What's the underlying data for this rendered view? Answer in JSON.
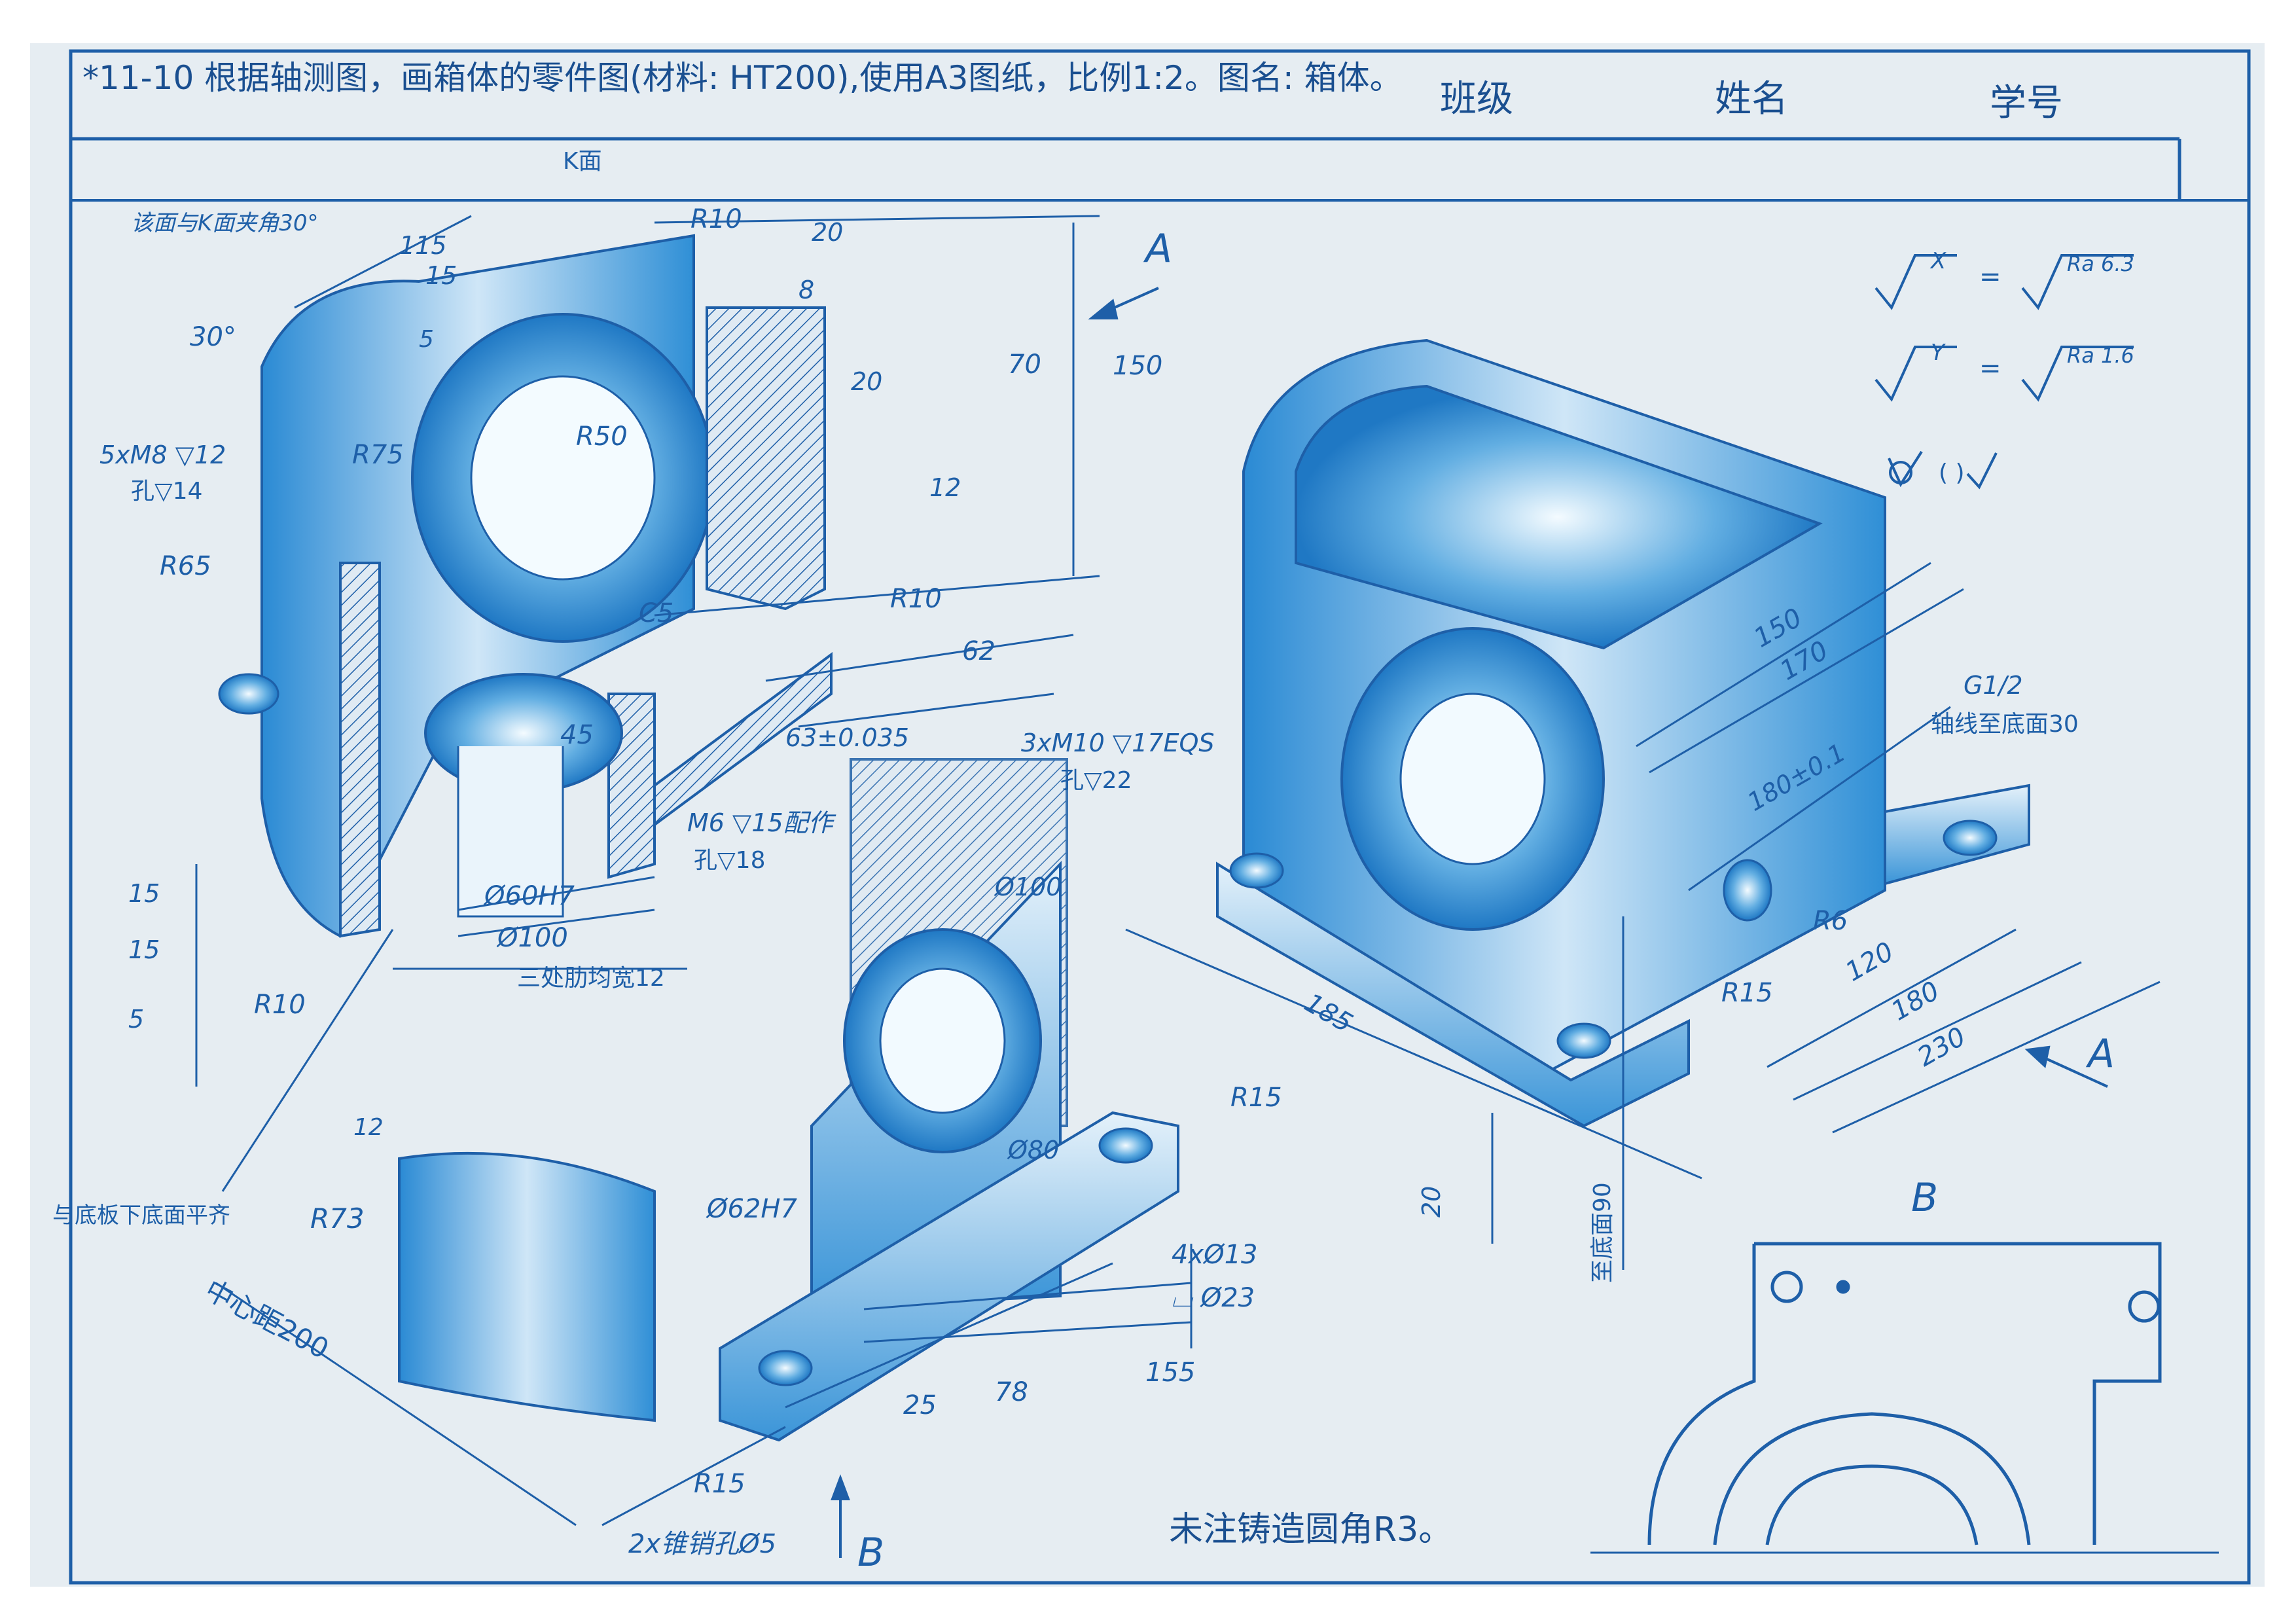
{
  "header": {
    "title": "*11-10 根据轴测图，画箱体的零件图(材料: HT200),使用A3图纸，比例1:2。图名: 箱体。",
    "class_label": "班级",
    "name_label": "姓名",
    "id_label": "学号"
  },
  "roughness": {
    "x_symbol": "X",
    "x_value": "Ra 6.3",
    "y_symbol": "Y",
    "y_value": "Ra 1.6",
    "eq": "=",
    "other": "( )"
  },
  "view_letters": {
    "a": "A",
    "b": "B"
  },
  "left_view": {
    "k_face": "K面",
    "angle_note": "该面与K面夹角30°",
    "angle_30": "30°",
    "d115": "115",
    "d15": "15",
    "d5": "5",
    "r10_top": "R10",
    "d20_top": "20",
    "d8": "8",
    "d20": "20",
    "d70": "70",
    "d150": "150",
    "d12": "12",
    "thread_5m8": "5xM8 ▽12",
    "hole_14": "孔▽14",
    "r75": "R75",
    "r50": "R50",
    "r65": "R65",
    "c5": "C5",
    "r10_mid": "R10",
    "d62": "62",
    "d63": "63±0.035",
    "d45": "45",
    "m6": "M6 ▽15配作",
    "hole_18": "孔▽18",
    "phi60": "Ø60H7",
    "phi100": "Ø100",
    "ribs": "三处肋均宽12",
    "s15a": "15",
    "s15b": "15",
    "s5": "5",
    "r10_low": "R10",
    "flush_note": "与底板下底面平齐"
  },
  "lower_view": {
    "d12": "12",
    "r73": "R73",
    "center_dist": "中心距200",
    "phi100": "Ø100",
    "phi80": "Ø80",
    "phi62": "Ø62H7",
    "r15_top": "R15",
    "holes_4": "4xØ13",
    "cbore": "⌴ Ø23",
    "d155": "155",
    "d78": "78",
    "d25": "25",
    "r15_low": "R15",
    "pins": "2x锥销孔Ø5"
  },
  "right_view": {
    "d150": "150",
    "d170": "170",
    "g12": "G1/2",
    "axis_note": "轴线至底面30",
    "m10": "3xM10 ▽17EQS",
    "hole_22": "孔▽22",
    "d180_01": "180±0.1",
    "r6": "R6",
    "r15": "R15",
    "d120": "120",
    "d180": "180",
    "d230": "230",
    "d185": "185",
    "d20": "20",
    "to_bottom": "至底面90"
  },
  "footer_note": "未注铸造圆角R3。",
  "colors": {
    "line": "#1e5fa8",
    "solid": "#2f8fd6",
    "paper": "#e6edf2"
  }
}
